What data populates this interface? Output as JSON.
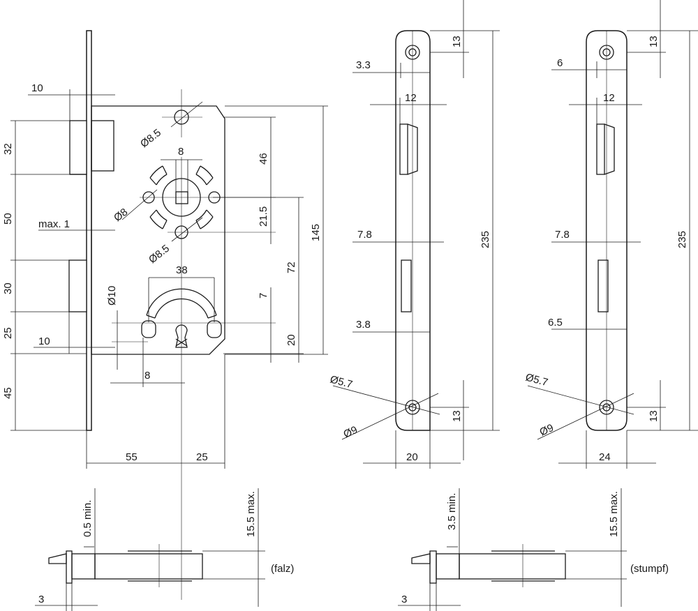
{
  "lock_body": {
    "bolt_offset": "10",
    "latch_height": "32",
    "latch_to_follower": "50",
    "faceplate_gap": "max. 1",
    "deadbolt_height": "30",
    "deadbolt_to_key": "25",
    "deadbolt_offset": "10",
    "key_to_bottom": "45",
    "backset": "55",
    "body_depth": "25",
    "screw_hole_top": "Ø8.5",
    "follower_square": "8",
    "follower_hole": "Ø8",
    "screw_hole_mid": "Ø8.5",
    "top_to_follower": "46",
    "follower_to_screw": "21.5",
    "body_height": "145",
    "follower_to_key": "72",
    "cylinder_width": "38",
    "cylinder_hole": "Ø10",
    "key_offset": "7",
    "key_to_body_bottom": "20",
    "key_width": "8"
  },
  "faceplate_falz": {
    "top_hole": "13",
    "edge_to_hole": "3.3",
    "latch_slot_width": "12",
    "total_height": "235",
    "deadbolt_slot": "7.8",
    "slot_offset": "3.8",
    "countersink_outer": "Ø5.7",
    "countersink_inner": "Ø9",
    "bottom_hole": "13",
    "width": "20"
  },
  "faceplate_stumpf": {
    "top_hole": "13",
    "edge_to_hole": "6",
    "latch_slot_width": "12",
    "total_height": "235",
    "deadbolt_slot": "7.8",
    "slot_offset": "6.5",
    "countersink_outer": "Ø5.7",
    "countersink_inner": "Ø9",
    "bottom_hole": "13",
    "width": "24"
  },
  "side_falz": {
    "min_offset": "0.5 min.",
    "max_depth": "15.5 max.",
    "type_label": "(falz)",
    "plate_thickness": "3"
  },
  "side_stumpf": {
    "min_offset": "3.5 min.",
    "max_depth": "15.5 max.",
    "type_label": "(stumpf)",
    "plate_thickness": "3"
  }
}
